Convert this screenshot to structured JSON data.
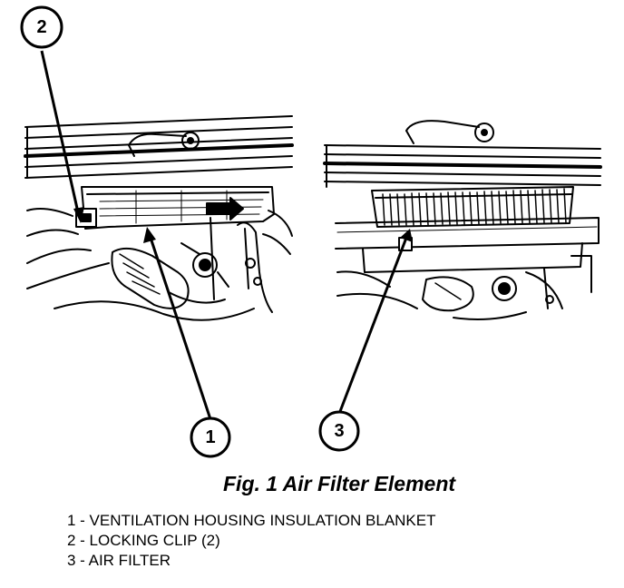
{
  "figure": {
    "caption": "Fig. 1 Air Filter Element",
    "callouts": [
      {
        "number": "1"
      },
      {
        "number": "2"
      },
      {
        "number": "3"
      }
    ],
    "legend": [
      "1 - VENTILATION HOUSING INSULATION BLANKET",
      "2 - LOCKING CLIP (2)",
      "3 - AIR FILTER"
    ]
  }
}
